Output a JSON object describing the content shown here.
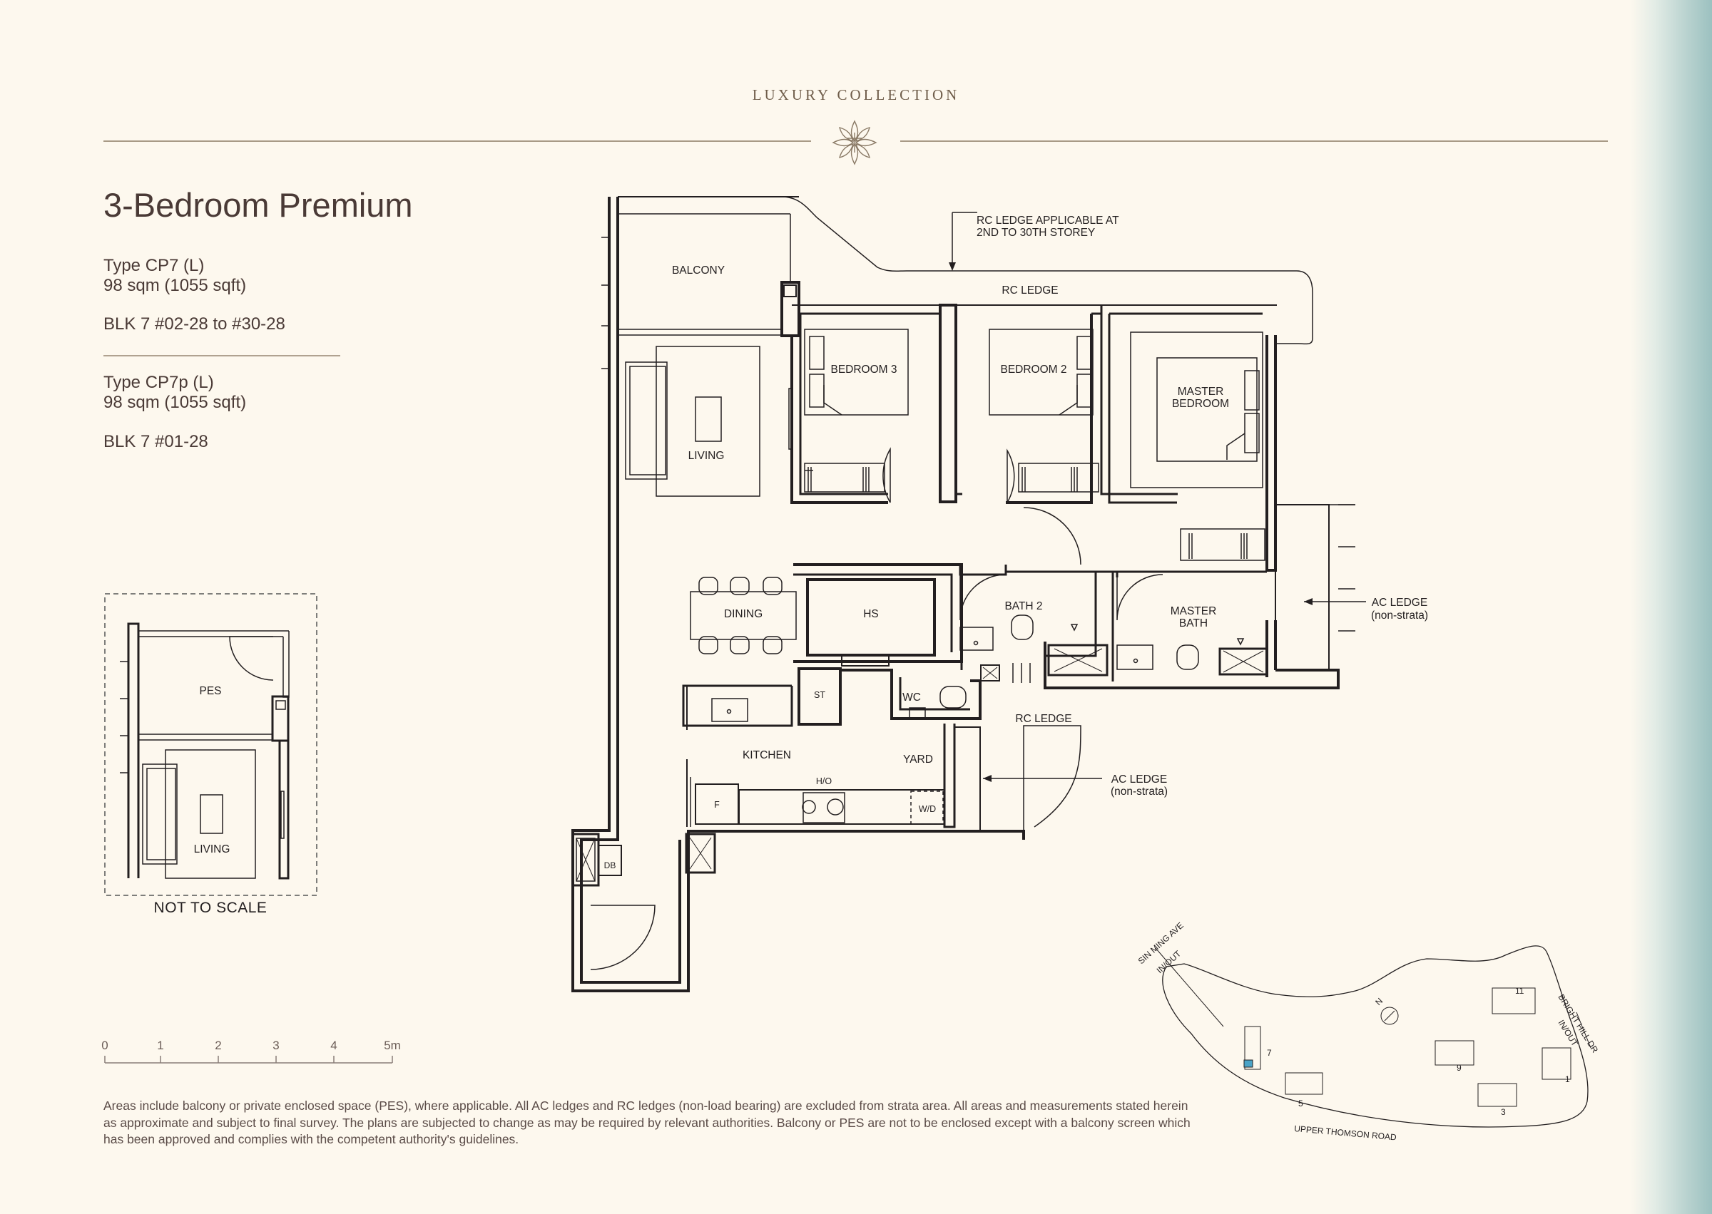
{
  "header": {
    "brand": "LUXURY COLLECTION"
  },
  "unit": {
    "title": "3-Bedroom Premium",
    "type_1": "Type CP7 (L)",
    "area_1": "98 sqm (1055 sqft)",
    "blocks_1": "BLK 7 #02-28 to #30-28",
    "type_2": "Type CP7p (L)",
    "area_2": "98 sqm (1055 sqft)",
    "blocks_2": "BLK 7 #01-28"
  },
  "plan_labels": {
    "balcony": "BALCONY",
    "living": "LIVING",
    "bedroom3": "BEDROOM 3",
    "bedroom2": "BEDROOM 2",
    "master_bedroom_1": "MASTER",
    "master_bedroom_2": "BEDROOM",
    "dining": "DINING",
    "hs": "HS",
    "bath2": "BATH 2",
    "master_bath_1": "MASTER",
    "master_bath_2": "BATH",
    "st": "ST",
    "wc": "WC",
    "kitchen": "KITCHEN",
    "yard": "YARD",
    "ho": "H/O",
    "wd": "W/D",
    "fridge": "F",
    "db": "DB",
    "rc_ledge": "RC LEDGE",
    "rc_ledge_note_1": "RC LEDGE APPLICABLE AT",
    "rc_ledge_note_2": "2ND TO 30TH STOREY",
    "ac_ledge": "AC LEDGE",
    "non_strata": "(non-strata)"
  },
  "inset": {
    "pes": "PES",
    "living": "LIVING",
    "not_to_scale": "NOT TO SCALE"
  },
  "scale_bar": {
    "ticks": [
      "0",
      "1",
      "2",
      "3",
      "4",
      "5m"
    ]
  },
  "site_plan": {
    "entrance_1a": "SIN MING AVE",
    "entrance_1b": "IN/OUT",
    "entrance_2a": "BRIGHT HILL DR",
    "entrance_2b": "IN/OUT",
    "road": "UPPER THOMSON ROAD",
    "north": "N",
    "blocks": [
      "11",
      "7",
      "9",
      "5",
      "3",
      "1"
    ]
  },
  "disclaimer": "Areas include balcony or private enclosed space (PES), where applicable. All AC ledges and RC ledges (non-load bearing) are excluded from strata area. All areas and measurements stated herein as approximate and subject to final survey. The plans are subjected to change as may be required by relevant authorities. Balcony or PES are not to be enclosed except with a balcony screen which has been approved and complies with the competent authority's guidelines.",
  "colors": {
    "background": "#fdf8ee",
    "text": "#4a3a36",
    "line": "#231f20",
    "accent_rule": "#a89a86",
    "highlight_block": "#4aa3c7"
  }
}
